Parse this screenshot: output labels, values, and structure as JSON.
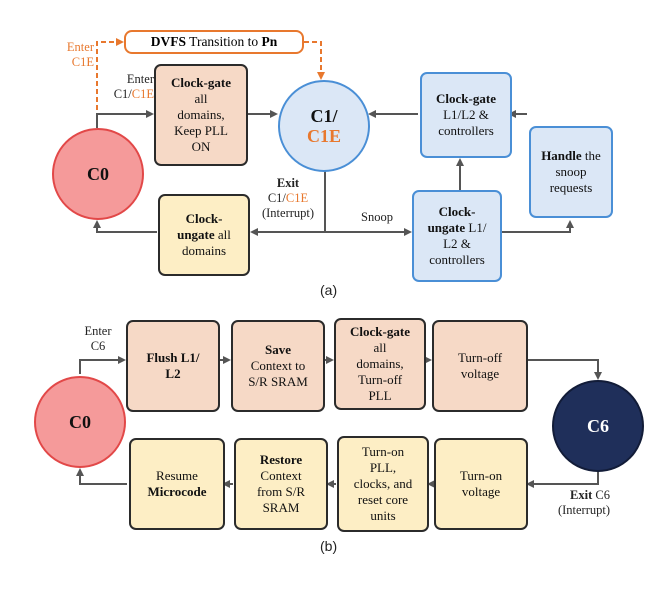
{
  "part_a": {
    "caption": "(a)",
    "dvfs": {
      "prefix": "DVFS",
      "mid": " Transition to ",
      "target": "Pn"
    },
    "enter_c1e": {
      "line1": "Enter",
      "line2": "C1E"
    },
    "enter_c1": {
      "line1": "Enter",
      "line2_a": "C1/",
      "line2_b": "C1E"
    },
    "c0": "C0",
    "c1": {
      "line1": "C1/",
      "line2": "C1E"
    },
    "box_clock_gate_all": {
      "bold": "Clock-gate",
      "rest1": "all",
      "rest2": "domains,",
      "rest3": "Keep PLL",
      "rest4": "ON"
    },
    "box_clock_ungate_all": {
      "bold1": "Clock-",
      "bold2": "ungate",
      "rest1": " all",
      "rest2": "domains"
    },
    "box_clock_gate_l1l2": {
      "bold": "Clock-gate",
      "rest1": "L1/L2 &",
      "rest2": "controllers"
    },
    "box_handle_snoop": {
      "bold": "Handle",
      "rest1": " the",
      "rest2": "snoop",
      "rest3": "requests"
    },
    "box_clock_ungate_l1l2": {
      "bold1": "Clock-",
      "bold2": "ungate",
      "rest1": " L1/",
      "rest2": "L2 &",
      "rest3": "controllers"
    },
    "exit_label": {
      "bold": "Exit",
      "line2_a": "C1/",
      "line2_b": "C1E",
      "line3": "(Interrupt)"
    },
    "snoop": "Snoop"
  },
  "part_b": {
    "caption": "(b)",
    "enter_c6": {
      "line1": "Enter",
      "line2": "C6"
    },
    "c0": "C0",
    "c6": "C6",
    "box_flush": {
      "bold1": "Flush L1/",
      "bold2": "L2"
    },
    "box_save": {
      "bold": "Save",
      "rest1": "Context to",
      "rest2": "S/R SRAM"
    },
    "box_clock_gate": {
      "bold": "Clock-gate",
      "rest1": "all",
      "rest2": "domains,",
      "rest3": "Turn-off",
      "rest4": "PLL"
    },
    "box_turn_off": {
      "line1": "Turn-off",
      "line2": "voltage"
    },
    "box_turn_on_voltage": {
      "line1": "Turn-on",
      "line2": "voltage"
    },
    "box_turn_on_pll": {
      "line1": "Turn-on",
      "line2": "PLL,",
      "line3": "clocks, and",
      "line4": "reset core",
      "line5": "units"
    },
    "box_restore": {
      "bold": "Restore",
      "rest1": "Context",
      "rest2": "from S/R",
      "rest3": "SRAM"
    },
    "box_resume": {
      "line1": "Resume",
      "bold": "Microcode"
    },
    "exit_label": {
      "bold": "Exit",
      "rest": " C6",
      "line2": "(Interrupt)"
    }
  },
  "colors": {
    "c0": "#f59a9a",
    "c1": "#dbe7f6",
    "c6": "#1f2f5a",
    "peach": "#f6d9c6",
    "cream": "#fdeec5",
    "blue_border": "#4a8fd6",
    "orange": "#e8782e"
  }
}
